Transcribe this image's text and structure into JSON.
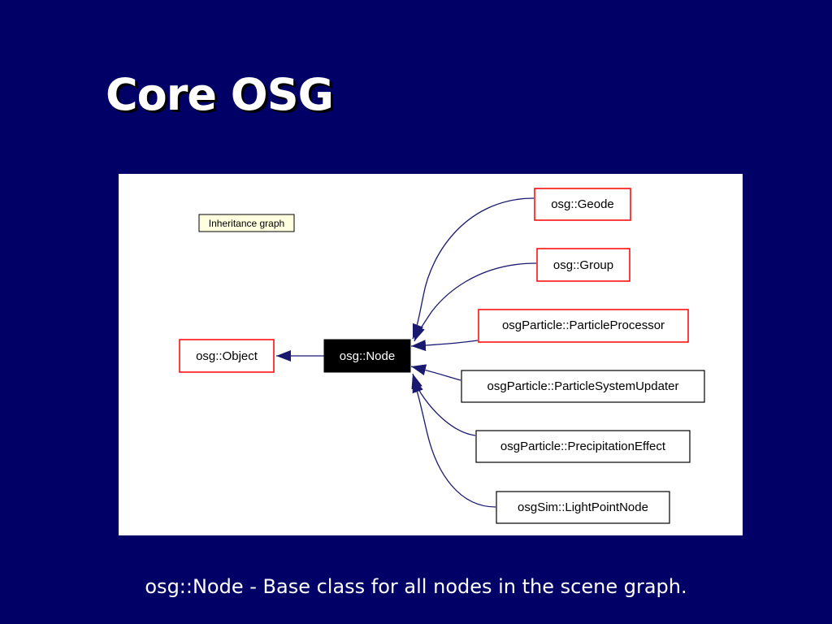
{
  "slide": {
    "title": "Core OSG",
    "caption": "osg::Node - Base class for all nodes in the scene graph.",
    "background_color": "#000066",
    "title_color": "#ffffff"
  },
  "diagram": {
    "legend": "Inheritance graph",
    "base_class": "osg::Object",
    "focus_class": "osg::Node",
    "derived_classes": [
      "osg::Geode",
      "osg::Group",
      "osgParticle::ParticleProcessor",
      "osgParticle::ParticleSystemUpdater",
      "osgParticle::PrecipitationEffect",
      "osgSim::LightPointNode"
    ],
    "colors": {
      "edge": "#191970",
      "documented_border": "#ff0000",
      "undocumented_border": "#000000",
      "focus_fill": "#000000",
      "legend_fill": "#ffffe0"
    }
  }
}
